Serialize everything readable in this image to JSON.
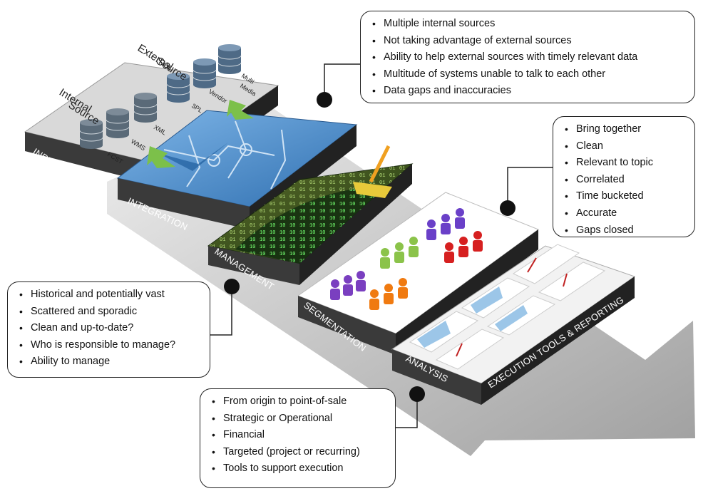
{
  "stages": {
    "input_sources": "INPUT SOURCES",
    "integration": "INTEGRATION",
    "management": "MANAGEMENT",
    "segmentation": "SEGMENTATION",
    "analysis": "ANALYSIS",
    "execution": "EXECUTION TOOLS & REPORTING"
  },
  "input_panel": {
    "internal_line1": "Internal",
    "internal_line2": "Source",
    "external_line1": "External",
    "external_line2": "Source",
    "fcst": "FCST",
    "wms": "WMS",
    "xml": "XML",
    "tpl": "3PL",
    "vendor": "Vendor",
    "multi": "Multi",
    "media": "Media"
  },
  "callouts": {
    "top": [
      "Multiple internal sources",
      "Not taking advantage of external sources",
      "Ability to help external sources with timely relevant data",
      "Multitude of systems unable to talk to each other",
      "Data gaps and inaccuracies"
    ],
    "right": [
      "Bring together",
      "Clean",
      "Relevant to topic",
      "Correlated",
      "Time bucketed",
      "Accurate",
      "Gaps closed"
    ],
    "left": [
      "Historical and potentially vast",
      "Scattered and sporadic",
      "Clean and up-to-date?",
      "Who is responsible to manage?",
      "Ability to manage"
    ],
    "bottom": [
      "From origin to point-of-sale",
      "Strategic or Operational",
      "Financial",
      "Targeted (project or recurring)",
      "Tools to support execution"
    ]
  },
  "colors": {
    "panel_side": "#3a3a3a",
    "puzzle_blue": "#5b9bd5",
    "matrix_green": "#3fbf3f",
    "arrow_gray": "#a6a6a6"
  }
}
